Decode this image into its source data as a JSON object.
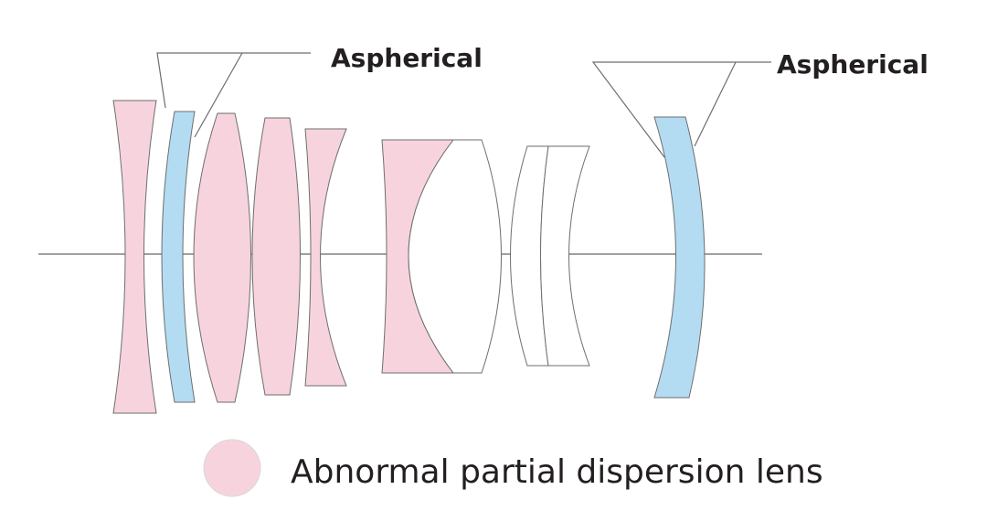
{
  "callouts": {
    "left_label": "Aspherical",
    "right_label": "Aspherical"
  },
  "legend": {
    "label": "Abnormal partial dispersion lens"
  },
  "colors": {
    "abnormal_dispersion": "#f7d4dd",
    "aspherical": "#b3dcf2",
    "outline": "#6d6e71",
    "axis": "#808080",
    "text": "#231f20"
  }
}
